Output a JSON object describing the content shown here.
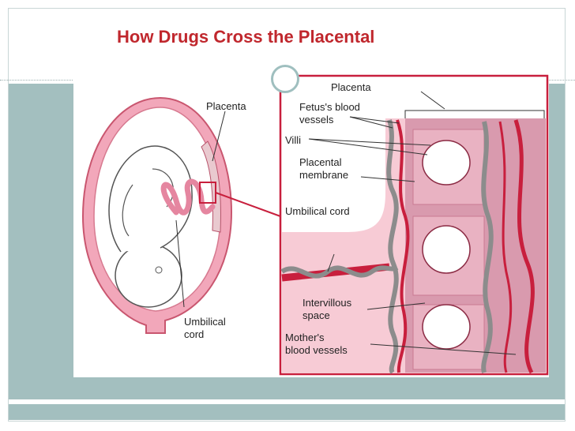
{
  "slide": {
    "title": "How Drugs Cross the Placental"
  },
  "figure": {
    "left_labels": {
      "placenta": "Placenta",
      "umbilical_line1": "Umbilical",
      "umbilical_line2": "cord"
    },
    "detail_labels": {
      "placenta": "Placenta",
      "fetus_vessels_line1": "Fetus's blood",
      "fetus_vessels_line2": "vessels",
      "villi": "Villi",
      "membrane_line1": "Placental",
      "membrane_line2": "membrane",
      "umbilical_cord": "Umbilical cord",
      "intervillous_line1": "Intervillous",
      "intervillous_line2": "space",
      "mothers_line1": "Mother's",
      "mothers_line2": "blood vessels"
    }
  },
  "colors": {
    "title": "#c0272d",
    "band": "#a3bfbf",
    "tissue_pink": "#f4b9c6",
    "vessel_red": "#c81f3d",
    "vessel_gray": "#8c8c8c"
  }
}
